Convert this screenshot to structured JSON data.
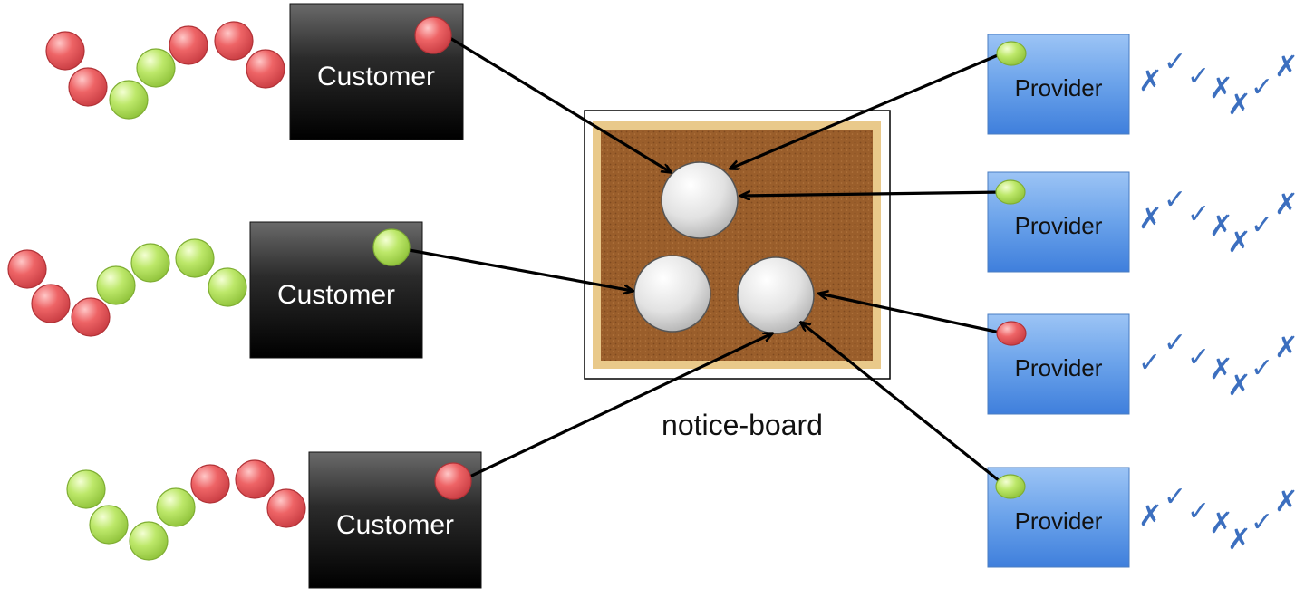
{
  "board": {
    "caption": "notice-board"
  },
  "customers": [
    {
      "label": "Customer",
      "indicator": "red",
      "history": [
        "red",
        "red",
        "green",
        "green",
        "red",
        "red",
        "red"
      ]
    },
    {
      "label": "Customer",
      "indicator": "green",
      "history": [
        "red",
        "red",
        "red",
        "green",
        "green",
        "green",
        "green"
      ]
    },
    {
      "label": "Customer",
      "indicator": "red",
      "history": [
        "green",
        "green",
        "green",
        "green",
        "red",
        "red",
        "red"
      ]
    }
  ],
  "providers": [
    {
      "label": "Provider",
      "indicator": "green",
      "marks": [
        "cross",
        "check",
        "check",
        "cross",
        "cross",
        "check",
        "cross"
      ]
    },
    {
      "label": "Provider",
      "indicator": "green",
      "marks": [
        "cross",
        "check",
        "check",
        "cross",
        "cross",
        "check",
        "cross"
      ]
    },
    {
      "label": "Provider",
      "indicator": "red",
      "marks": [
        "check",
        "check",
        "check",
        "cross",
        "cross",
        "check",
        "cross"
      ]
    },
    {
      "label": "Provider",
      "indicator": "green",
      "marks": [
        "cross",
        "check",
        "check",
        "cross",
        "cross",
        "check",
        "cross"
      ]
    }
  ],
  "colors": {
    "red_ball": "#e8585c",
    "green_ball": "#b5e35a",
    "board_cork": "#9b5f2c",
    "board_frame": "#e9c98a",
    "provider_fill": "#5b93e0",
    "mark": "#3c6fbf"
  },
  "icons": {
    "check": "✓",
    "cross": "✗"
  }
}
